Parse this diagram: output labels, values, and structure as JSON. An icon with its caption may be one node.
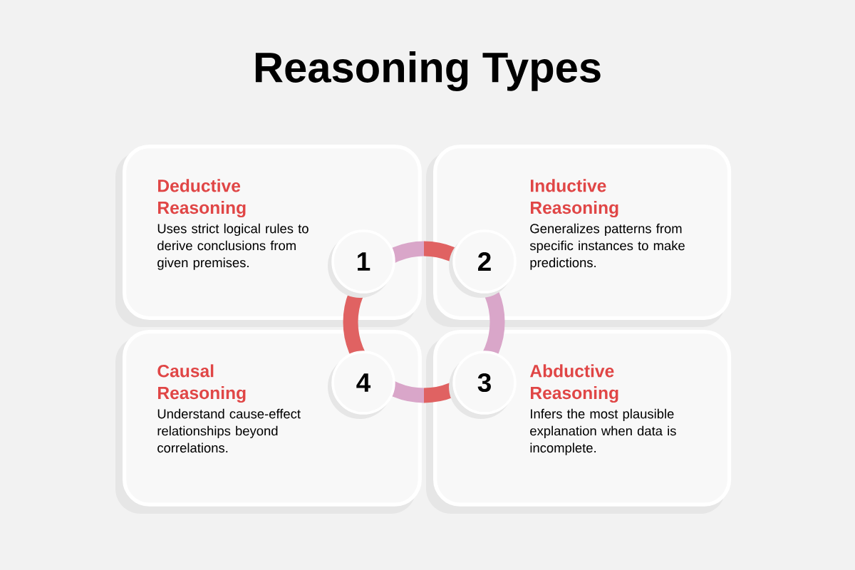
{
  "diagram": {
    "title": "Reasoning Types",
    "nodes": [
      {
        "text": [
          "Deductive Reasoning",
          "Uses strict logical rules to derive conclusions from given premises."
        ]
      },
      {
        "text": [
          "Inductive Reasoning",
          "Generalizes patterns from specific instances to make predictions."
        ]
      },
      {
        "text": [
          "Causal Reasoning",
          "Understand cause-effect relationships beyond correlations."
        ]
      },
      {
        "text": [
          "Abductive Reasoning",
          "Infers the most plausible explanation when data is incomplete."
        ]
      },
      {
        "text": [
          "1"
        ],
        "in": 0
      },
      {
        "text": [
          "2"
        ],
        "in": 1
      },
      {
        "text": [
          "4"
        ],
        "in": 2
      },
      {
        "text": [
          "3"
        ],
        "in": 3
      }
    ]
  }
}
